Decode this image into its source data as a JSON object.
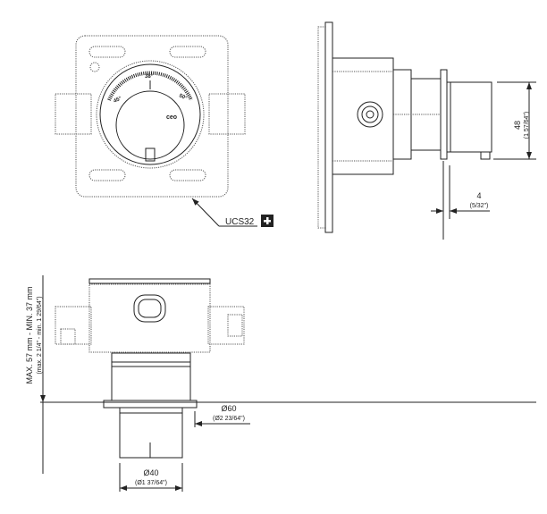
{
  "front_view": {
    "scale_labels": [
      "45°",
      "38°",
      "50°"
    ],
    "brand_mark": "ceo",
    "callout_label": "UCS32",
    "callout_icon": "plus-icon"
  },
  "side_view": {
    "height_dim": {
      "value": "48",
      "imperial": "(1 57/64\")"
    },
    "plate_dim": {
      "value": "4",
      "imperial": "(5/32\")"
    }
  },
  "bottom_view": {
    "depth_dim": {
      "value": "MAX. 57 mm - MIN. 37 mm",
      "imperial": "(max. 2 1/4\" - min. 1 29/64\")"
    },
    "flange_dim": {
      "value": "Ø60",
      "imperial": "(Ø2 23/64\")"
    },
    "cylinder_dim": {
      "value": "Ø40",
      "imperial": "(Ø1 37/64\")"
    }
  }
}
